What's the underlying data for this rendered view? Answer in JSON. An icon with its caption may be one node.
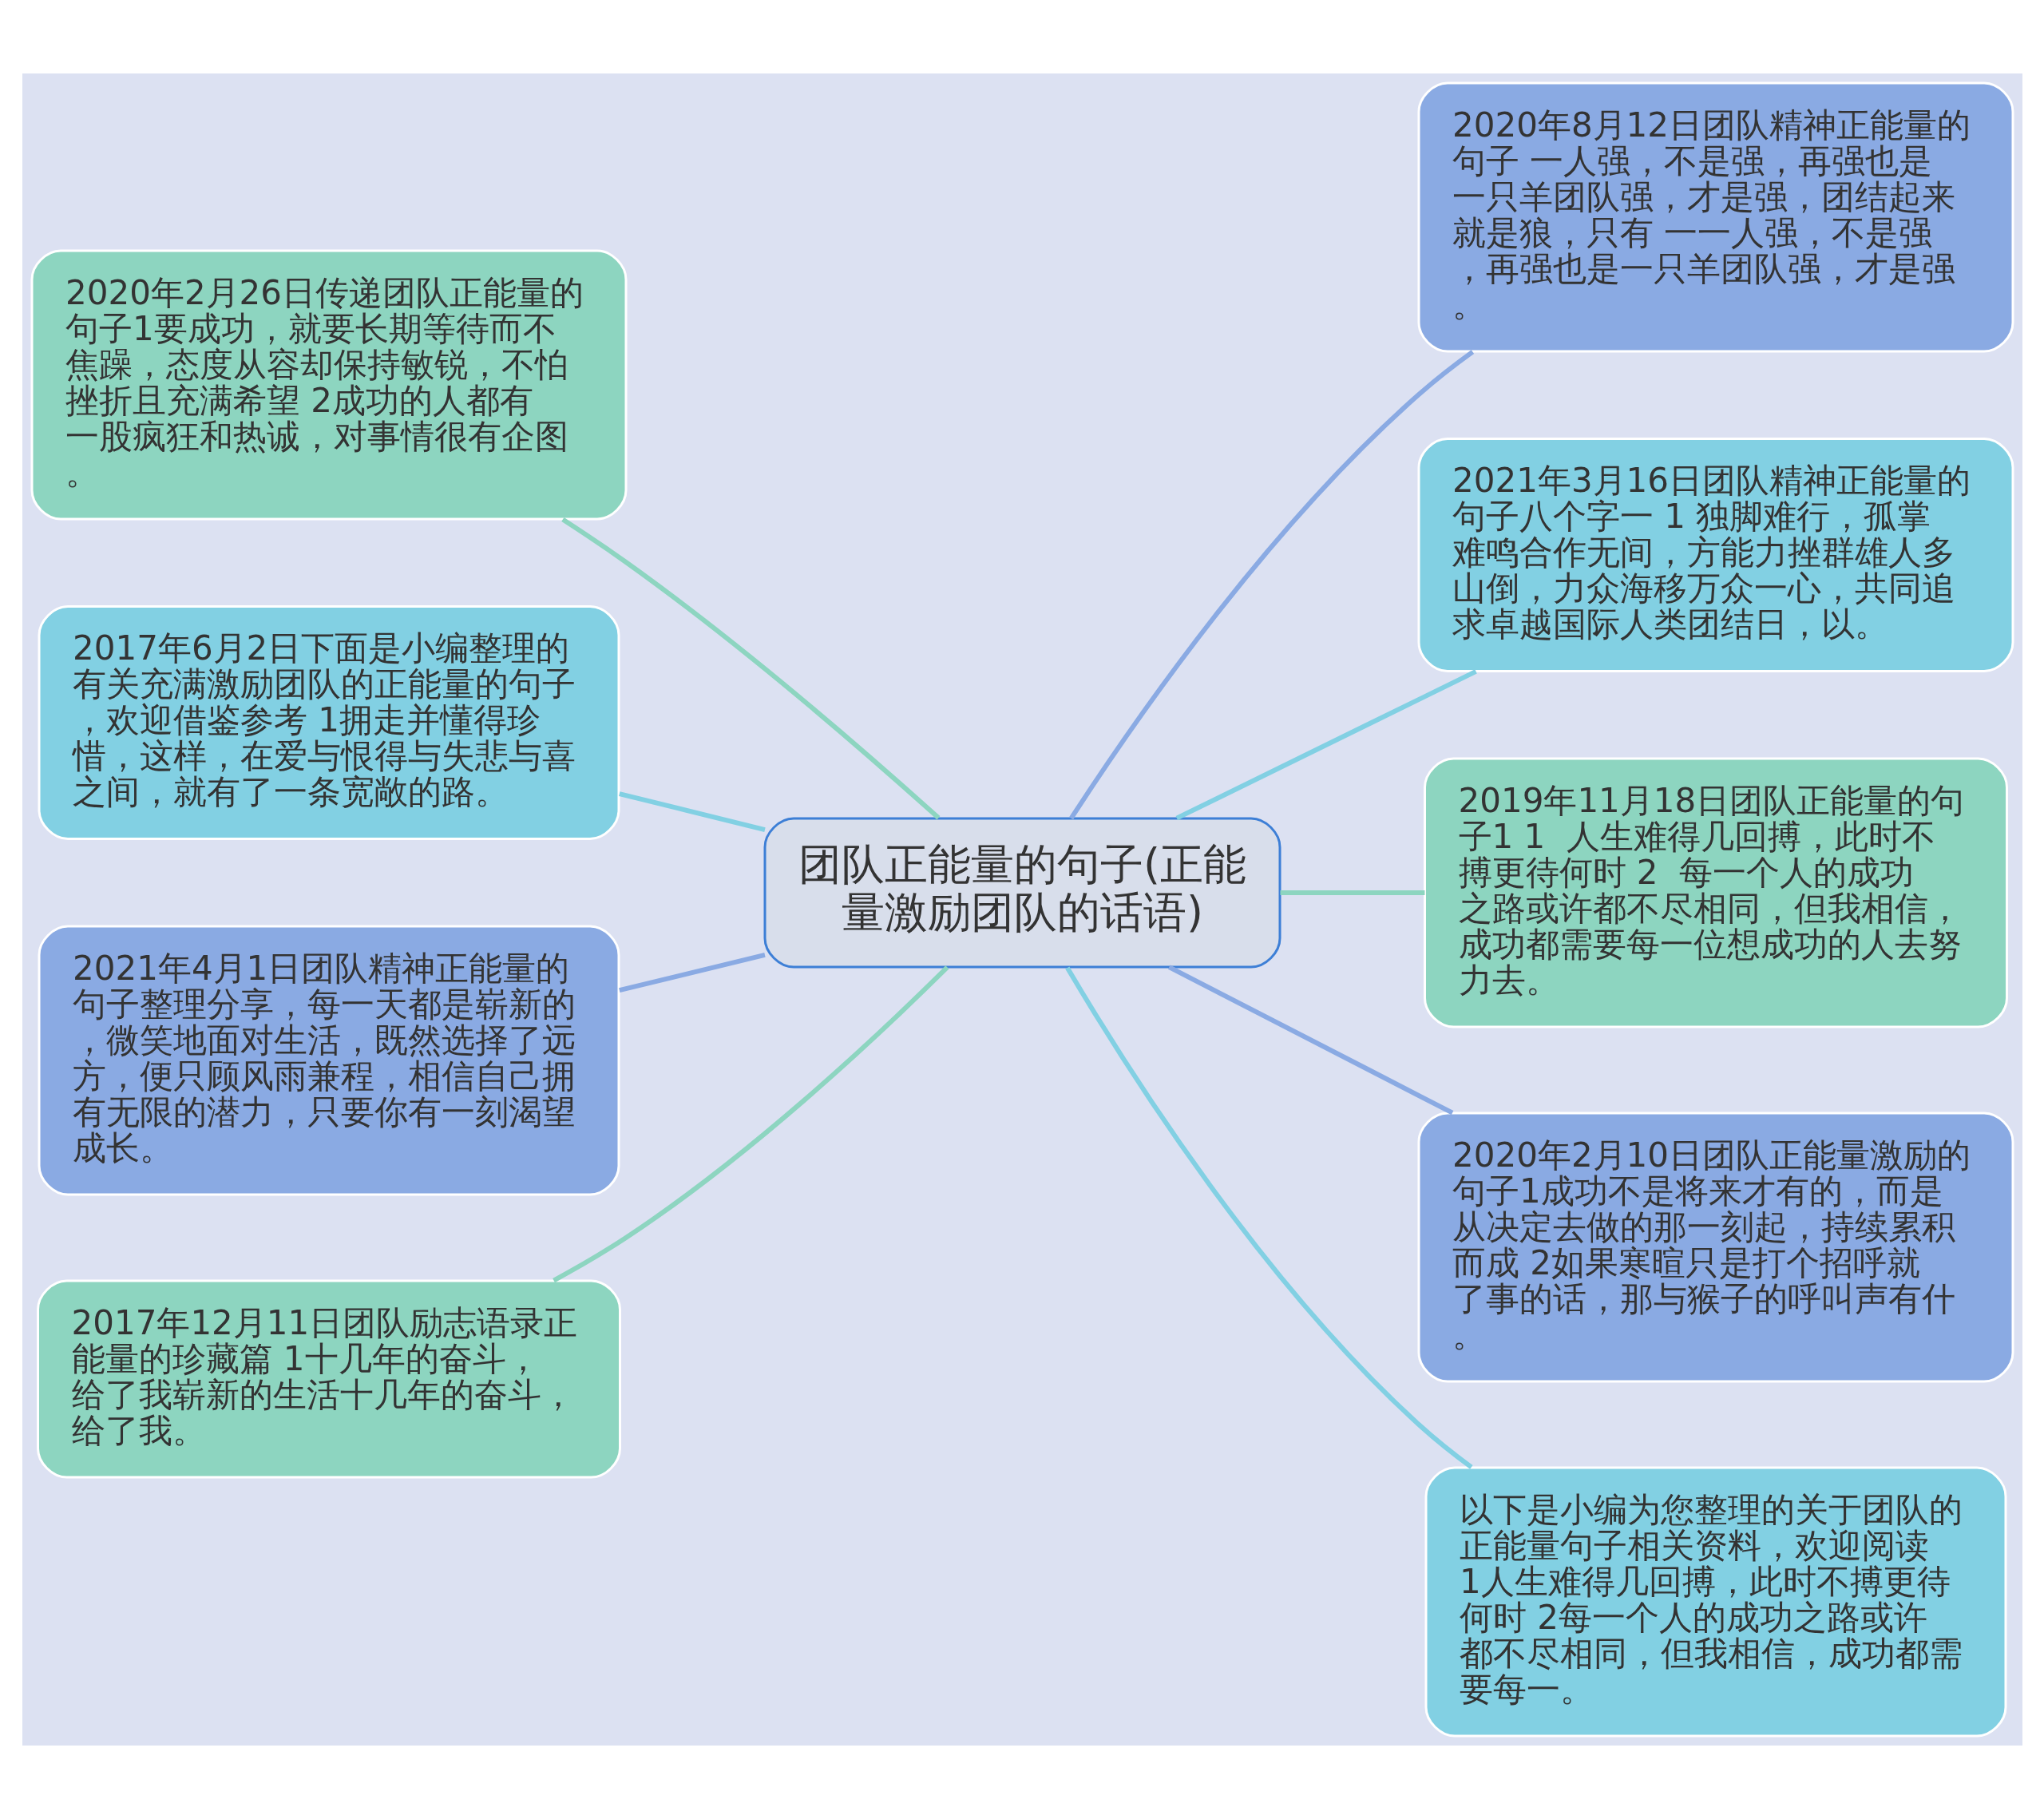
{
  "diagram": {
    "nodes": [
      {
        "text": [
          "团队正能量的句子(正能量激励团队的话语)"
        ]
      },
      {
        "text": [
          "2020年2月26日传递团队正能量的句子1要成功，就要长期等待而不焦躁，态度从容却保持敏锐，不怕挫折且充满希望 2成功的人都有一股疯狂和热诚，对事情很有企图。"
        ]
      },
      {
        "text": [
          "2017年6月2日下面是小编整理的有关充满激励团队的正能量的句子，欢迎借鉴参考 1拥走并懂得珍惜，这样，在爱与恨得与失悲与喜之间，就有了一条宽敞的路。"
        ]
      },
      {
        "text": [
          "2021年4月1日团队精神正能量的句子整理分享，每一天都是崭新的，微笑地面对生活，既然选择了远方，便只顾风雨兼程，相信自己拥有无限的潜力，只要你有一刻渴望成长。"
        ]
      },
      {
        "text": [
          "2017年12月11日团队励志语录正能量的珍藏篇 1十几年的奋斗，给了我崭新的生活十几年的奋斗，给了我。"
        ]
      },
      {
        "text": [
          "2020年8月12日团队精神正能量的句子 一人强，不是强，再强也是一只羊团队强，才是强，团结起来就是狼，只有 一一人强，不是强，再强也是一只羊团队强，才是强。"
        ]
      },
      {
        "text": [
          "2021年3月16日团队精神正能量的句子八个字一 1 独脚难行，孤掌难鸣合作无间，方能力挫群雄人多山倒，力众海移万众一心，共同追求卓越国际人类团结日，以。"
        ]
      },
      {
        "text": [
          "2019年11月18日团队正能量的句子1 1  人生难得几回搏，此时不搏更待何时 2  每一个人的成功之路或许都不尽相同，但我相信，成功都需要每一位想成功的人去努力去。"
        ]
      },
      {
        "text": [
          "2020年2月10日团队正能量激励的句子1成功不是将来才有的，而是从决定去做的那一刻起，持续累积而成 2如果寒暄只是打个招呼就了事的话，那与猴子的呼叫声有什。"
        ]
      },
      {
        "text": [
          "以下是小编为您整理的关于团队的正能量句子相关资料，欢迎阅读 1人生难得几回搏，此时不搏更待何时 2每一个人的成功之路或许都不尽相同，但我相信，成功都需要每一。"
        ]
      }
    ],
    "edges": [
      {
        "from": 0,
        "to": 1,
        "arrow": "none",
        "color": "#8dd5c0"
      },
      {
        "from": 0,
        "to": 2,
        "arrow": "none",
        "color": "#82d0e3"
      },
      {
        "from": 0,
        "to": 3,
        "arrow": "none",
        "color": "#8aaae3"
      },
      {
        "from": 0,
        "to": 4,
        "arrow": "none",
        "color": "#8dd5c0"
      },
      {
        "from": 0,
        "to": 5,
        "arrow": "none",
        "color": "#8aaae3"
      },
      {
        "from": 0,
        "to": 6,
        "arrow": "none",
        "color": "#82d0e3"
      },
      {
        "from": 0,
        "to": 7,
        "arrow": "none",
        "color": "#8dd5c0"
      },
      {
        "from": 0,
        "to": 8,
        "arrow": "none",
        "color": "#8aaae3"
      },
      {
        "from": 0,
        "to": 9,
        "arrow": "none",
        "color": "#82d0e3"
      }
    ]
  }
}
